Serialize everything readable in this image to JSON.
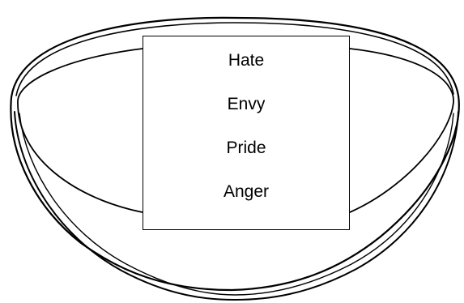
{
  "words": [
    "Hate",
    "Envy",
    "Pride",
    "Anger"
  ],
  "colors": {
    "line": "#000000",
    "background": "#ffffff"
  }
}
